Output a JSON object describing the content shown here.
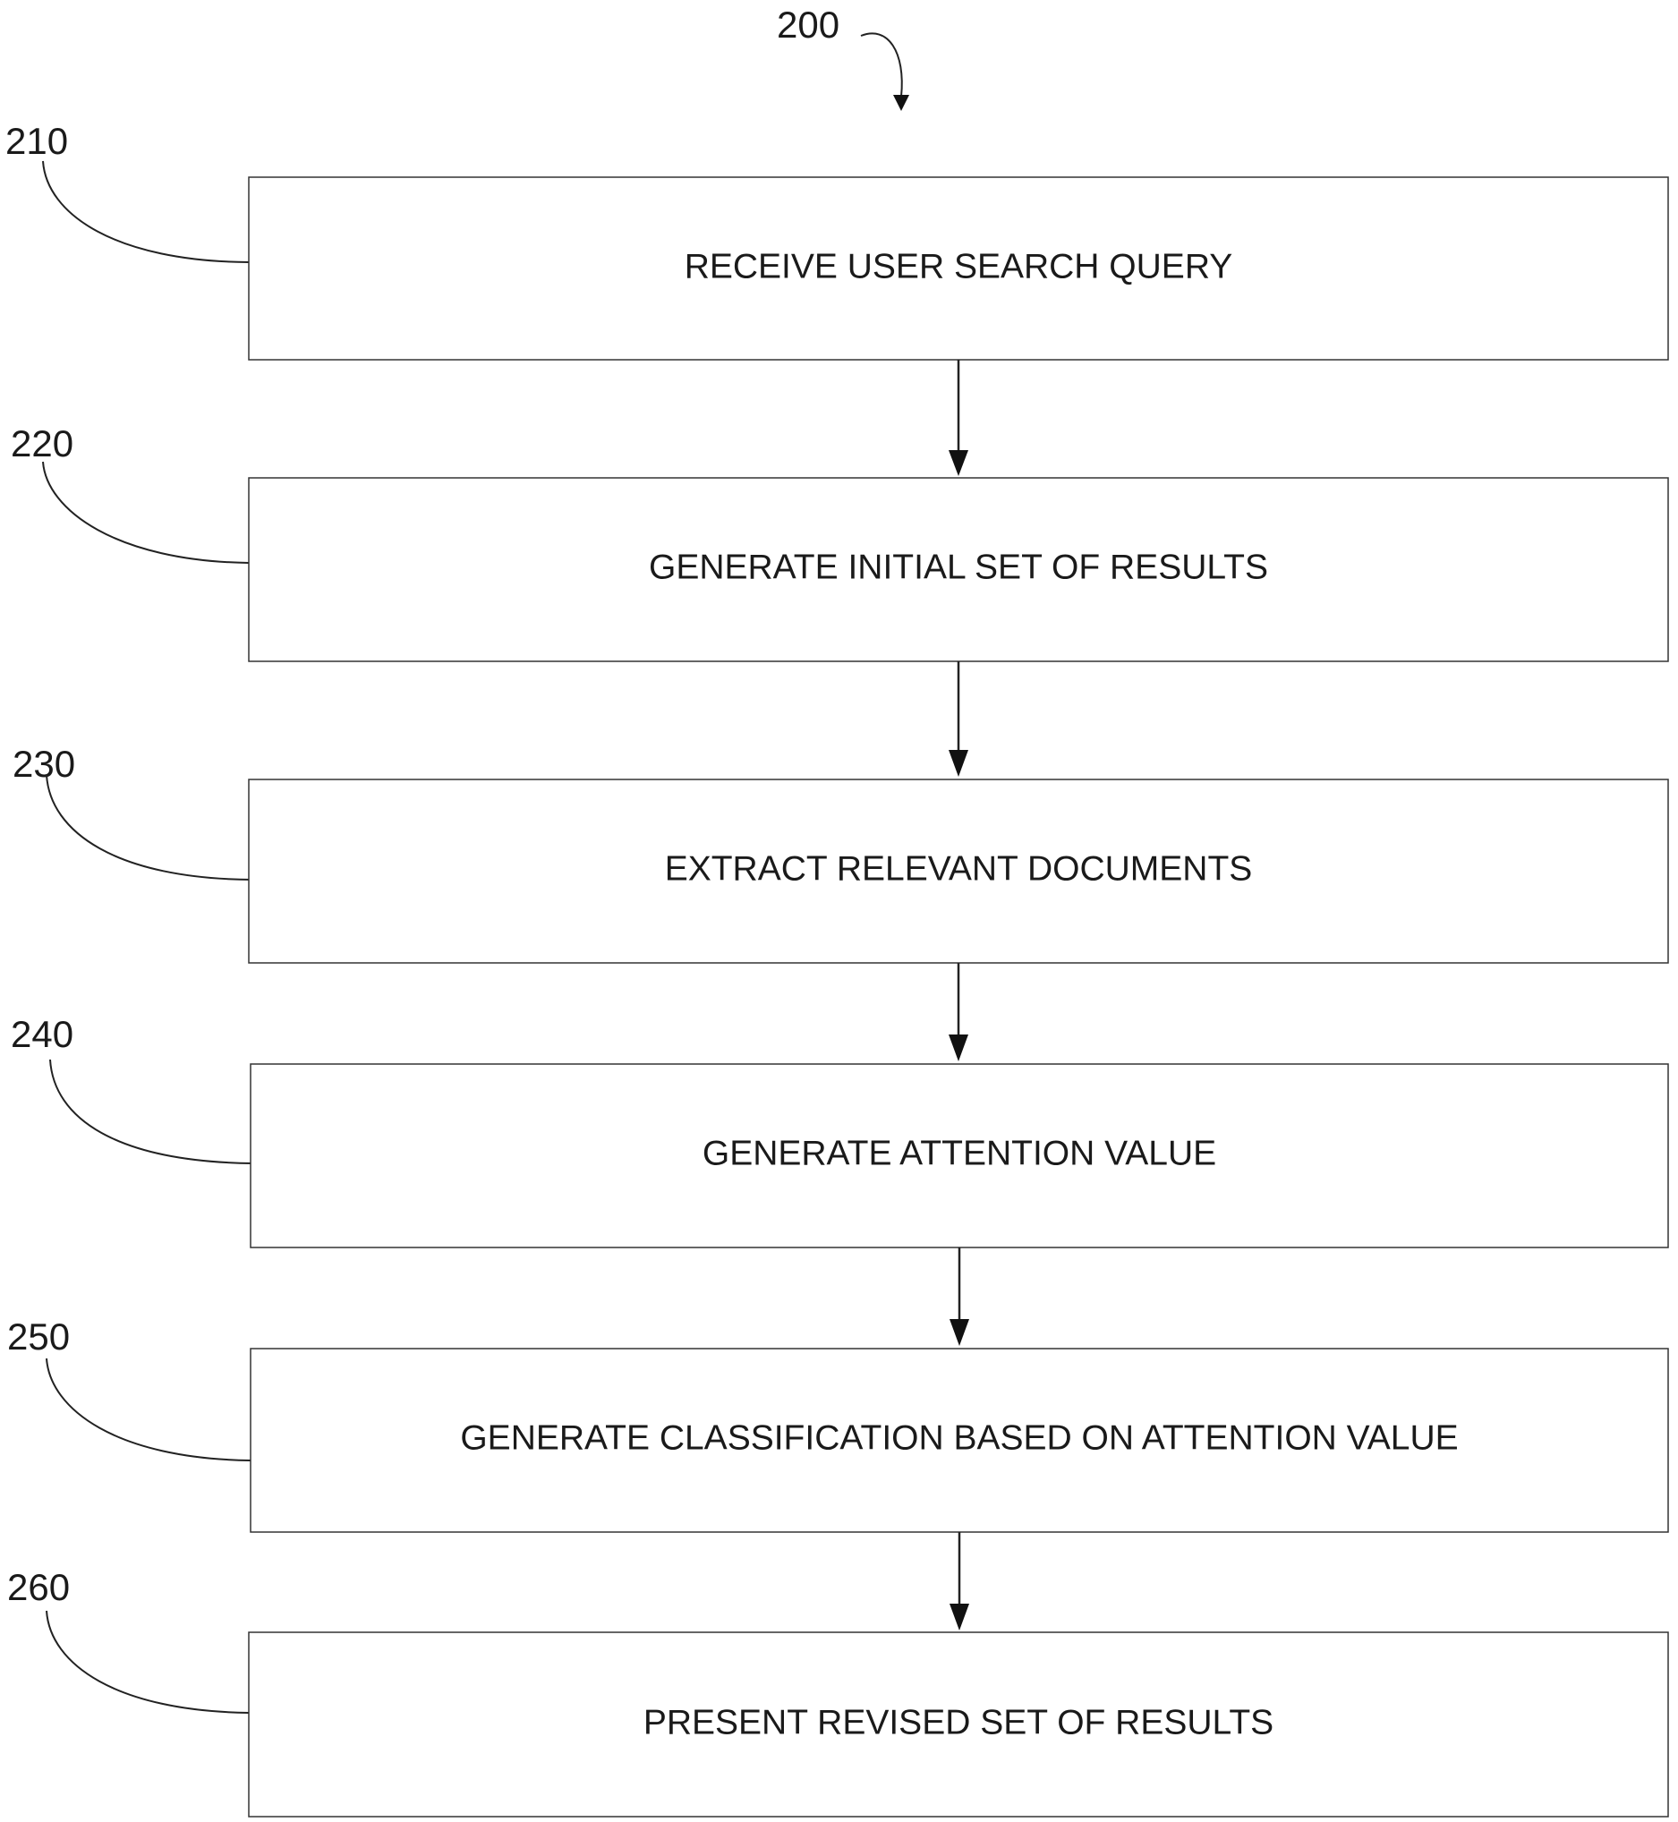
{
  "figure": {
    "number": "200"
  },
  "steps": [
    {
      "ref": "210",
      "label": "RECEIVE USER SEARCH QUERY"
    },
    {
      "ref": "220",
      "label": "GENERATE INITIAL SET OF RESULTS"
    },
    {
      "ref": "230",
      "label": "EXTRACT RELEVANT DOCUMENTS"
    },
    {
      "ref": "240",
      "label": "GENERATE ATTENTION VALUE"
    },
    {
      "ref": "250",
      "label": "GENERATE CLASSIFICATION BASED ON ATTENTION VALUE"
    },
    {
      "ref": "260",
      "label": "PRESENT REVISED SET OF RESULTS"
    }
  ]
}
